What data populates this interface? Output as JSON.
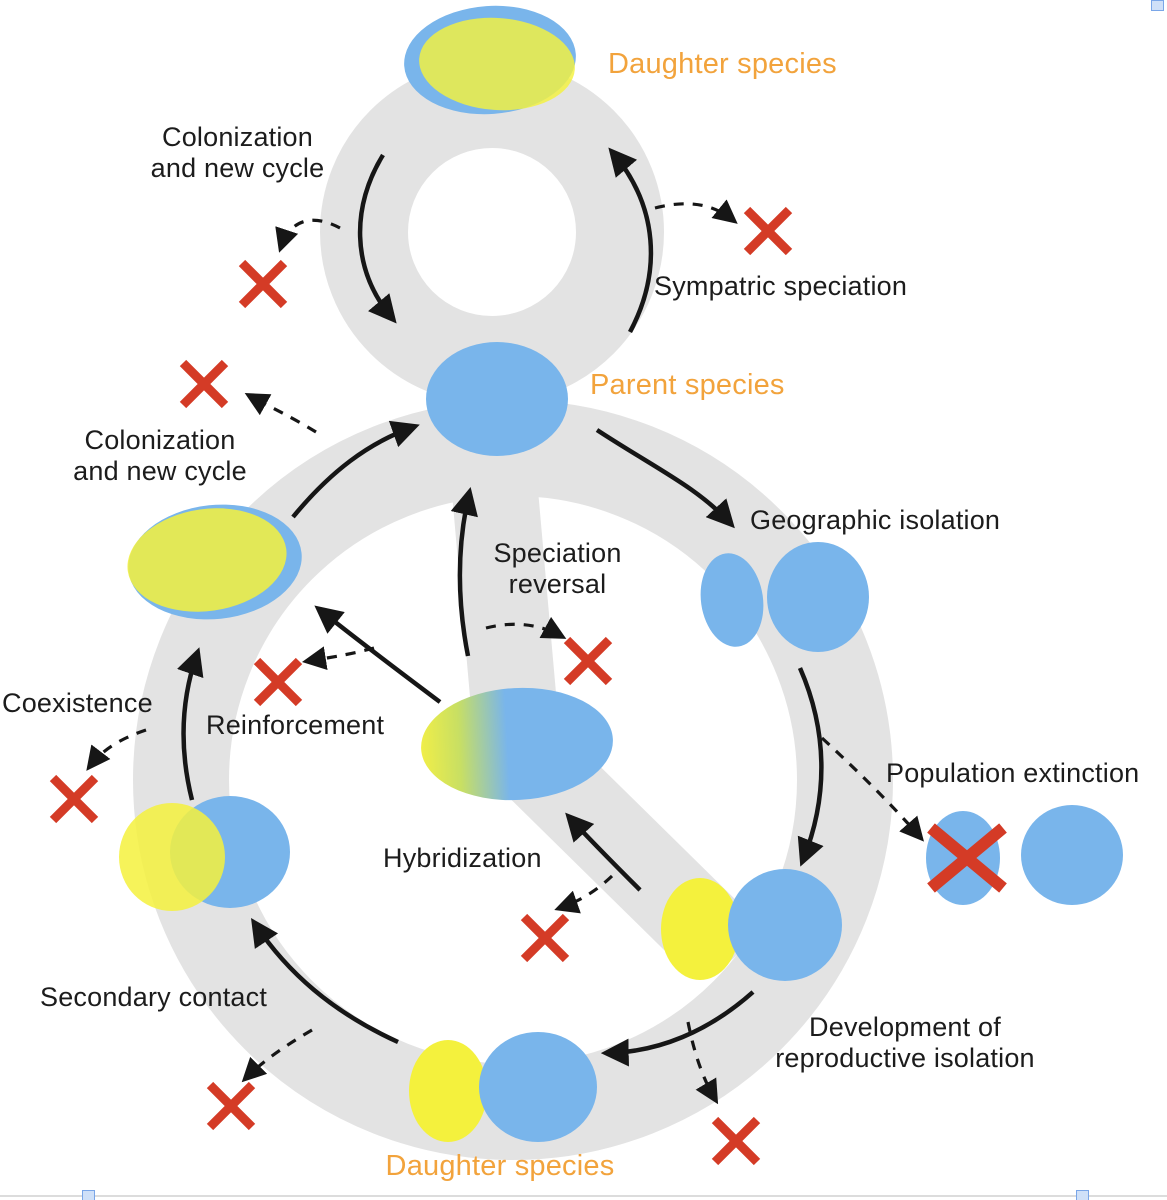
{
  "labels": {
    "daughter_species_top": "Daughter species",
    "colonization_new_cycle_top": "Colonization\nand new cycle",
    "sympatric_speciation": "Sympatric speciation",
    "parent_species": "Parent species",
    "geographic_isolation": "Geographic isolation",
    "colonization_new_cycle_left": "Colonization\nand new cycle",
    "speciation_reversal": "Speciation\nreversal",
    "coexistence": "Coexistence",
    "reinforcement": "Reinforcement",
    "hybridization": "Hybridization",
    "population_extinction": "Population extinction",
    "secondary_contact": "Secondary contact",
    "development_reproductive_isolation": "Development of\nreproductive isolation",
    "daughter_species_bottom": "Daughter species"
  },
  "colors": {
    "label_orange": "#f2a33c",
    "label_black": "#1c1c1c",
    "species_blue": "#79b5eb",
    "species_yellow": "#f4f13d",
    "overlap_green": "#cde25c",
    "cycle_track_gray": "#e3e3e3",
    "extinction_red": "#d43b26",
    "arrow_black": "#161616"
  }
}
